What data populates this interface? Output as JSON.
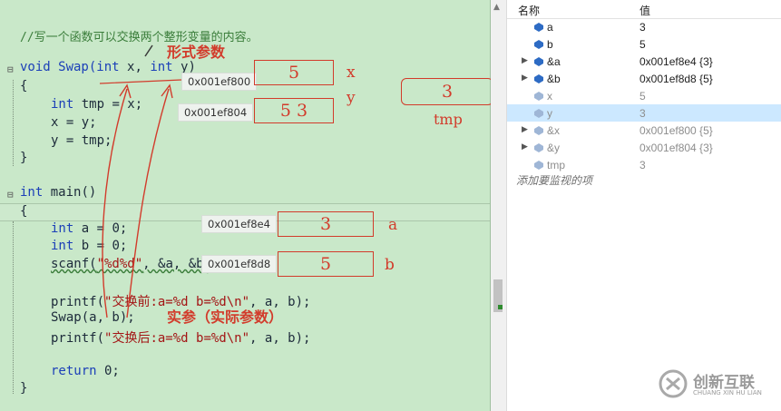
{
  "editor": {
    "comment": "//写一个函数可以交换两个整形变量的内容。",
    "lines": {
      "swap_sig_a": "void Swap(",
      "swap_sig_b": "int",
      "swap_sig_c": " x, ",
      "swap_sig_d": "int",
      "swap_sig_e": " y)",
      "brace_open1": "{",
      "tmp_a": "int",
      "tmp_b": " tmp = x;",
      "x_assign": "x = y;",
      "y_assign": "y = tmp;",
      "brace_close1": "}",
      "main_a": "int",
      "main_b": " main()",
      "brace_open2": "{",
      "a_decl_a": "int",
      "a_decl_b": " a = 0;",
      "b_decl_a": "int",
      "b_decl_b": " b = 0;",
      "scanf_a": "scanf(",
      "scanf_b": "\"%d%d\"",
      "scanf_c": ", &a, &b);",
      "printf1_a": "printf(",
      "printf1_b": "\"交换前:a=%d b=%d\\n\"",
      "printf1_c": ", a, b);",
      "swapcall": "Swap(a, b);",
      "printf2_a": "printf(",
      "printf2_b": "\"交换后:a=%d b=%d\\n\"",
      "printf2_c": ", a, b);",
      "ret_a": "return",
      "ret_b": " 0;",
      "brace_close2": "}"
    },
    "fold_symbol": "⊟",
    "annotations": {
      "formal_params": "形式参数",
      "actual_params": "实参（实际参数）",
      "addr_x": "0x001ef800",
      "addr_y": "0x001ef804",
      "addr_a": "0x001ef8e4",
      "addr_b": "0x001ef8d8",
      "box_x": "5",
      "box_y": "5 3",
      "box_tmp": "3",
      "box_a": "3",
      "box_b": "5",
      "label_x": "x",
      "label_y": "y",
      "label_tmp": "tmp",
      "label_a": "a",
      "label_b": "b"
    },
    "colors": {
      "annotation_red": "#d23b2b",
      "editor_bg": "#c9e8c9"
    }
  },
  "watch": {
    "col_name": "名称",
    "col_value": "值",
    "rows": [
      {
        "name": "a",
        "value": "3",
        "expandable": false,
        "dim": false,
        "selected": false
      },
      {
        "name": "b",
        "value": "5",
        "expandable": false,
        "dim": false,
        "selected": false
      },
      {
        "name": "&a",
        "value": "0x001ef8e4 {3}",
        "expandable": true,
        "dim": false,
        "selected": false
      },
      {
        "name": "&b",
        "value": "0x001ef8d8 {5}",
        "expandable": true,
        "dim": false,
        "selected": false
      },
      {
        "name": "x",
        "value": "5",
        "expandable": false,
        "dim": true,
        "selected": false
      },
      {
        "name": "y",
        "value": "3",
        "expandable": false,
        "dim": true,
        "selected": true
      },
      {
        "name": "&x",
        "value": "0x001ef800 {5}",
        "expandable": true,
        "dim": true,
        "selected": false
      },
      {
        "name": "&y",
        "value": "0x001ef804 {3}",
        "expandable": true,
        "dim": true,
        "selected": false
      },
      {
        "name": "tmp",
        "value": "3",
        "expandable": false,
        "dim": true,
        "selected": false
      }
    ],
    "add_watch": "添加要监视的项",
    "colors": {
      "selected_bg": "#cce8ff",
      "dim_text": "#8d8d8d"
    }
  },
  "logo": {
    "brand": "创新互联",
    "sub": "CHUANG XIN HU LIAN"
  }
}
